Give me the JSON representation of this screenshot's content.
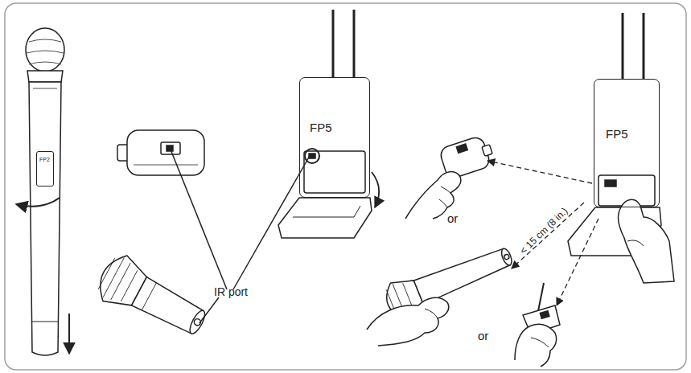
{
  "diagram": {
    "nodes": [
      {
        "text": [
          "FP2"
        ]
      },
      {
        "text": [
          "FP5"
        ]
      },
      {
        "text": [
          "FP5"
        ]
      }
    ],
    "labels": [
      "IR port",
      "or",
      "or",
      "< 15 cm (8 in.)"
    ]
  }
}
